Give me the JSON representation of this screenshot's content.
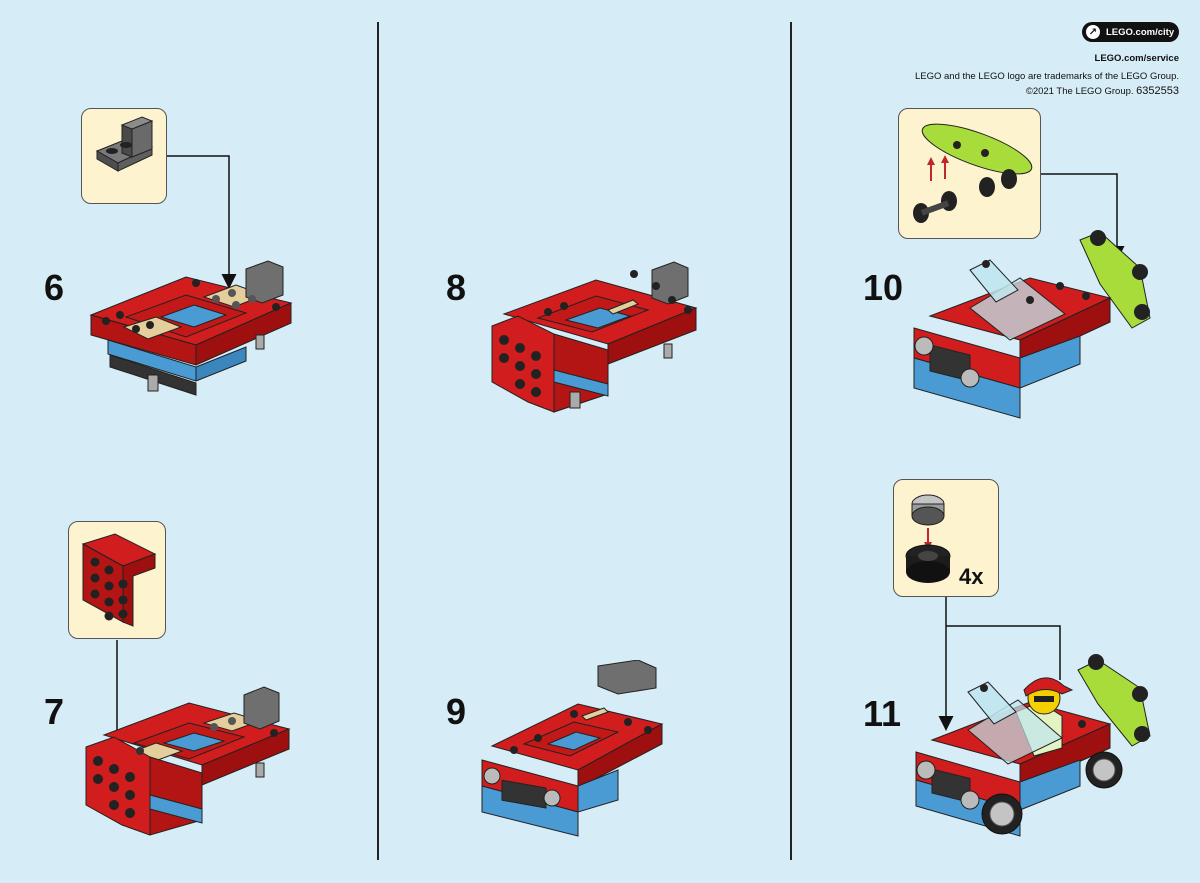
{
  "header": {
    "url_city": "LEGO.com/city",
    "url_service": "LEGO.com/service",
    "trademark": "LEGO and the LEGO logo are trademarks of the LEGO Group.",
    "copyright": "©2021 The LEGO Group.",
    "code": "6352553",
    "link_icon": "external-link-arrow-icon"
  },
  "steps": [
    {
      "number": "6",
      "callout_part": "gray-bracket-plate"
    },
    {
      "number": "7",
      "callout_part": "red-bracket-plate"
    },
    {
      "number": "8"
    },
    {
      "number": "9"
    },
    {
      "number": "10",
      "callout_part": "lime-skateboard-with-wheels"
    },
    {
      "number": "11",
      "callout_part": "wheel-and-tire",
      "quantity": "4x"
    }
  ],
  "colors": {
    "background": "#d6ecf7",
    "callout": "#fdf4cf",
    "brick_red": "#d11d1d",
    "brick_blue": "#4a9bd4",
    "brick_tan": "#e4cf9c",
    "brick_gray": "#6f6f6f",
    "brick_lime": "#a7dc3b"
  }
}
